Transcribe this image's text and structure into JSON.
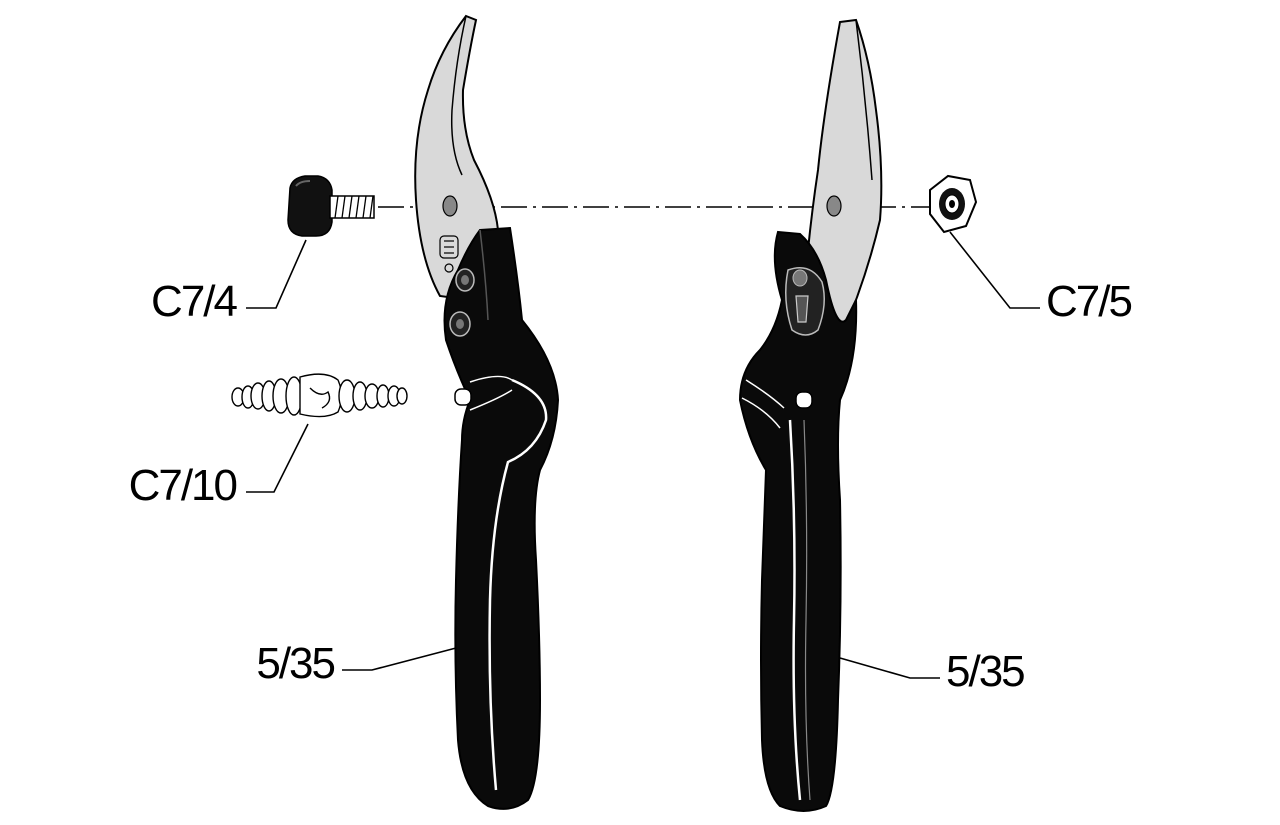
{
  "parts": {
    "bolt": "C7/4",
    "nut": "C7/5",
    "spring": "C7/10",
    "handle_left": "5/35",
    "handle_right": "5/35"
  },
  "colors": {
    "ink": "#000000",
    "blade": "#d9d9d9",
    "handle": "#0a0a0a",
    "background": "#ffffff"
  }
}
